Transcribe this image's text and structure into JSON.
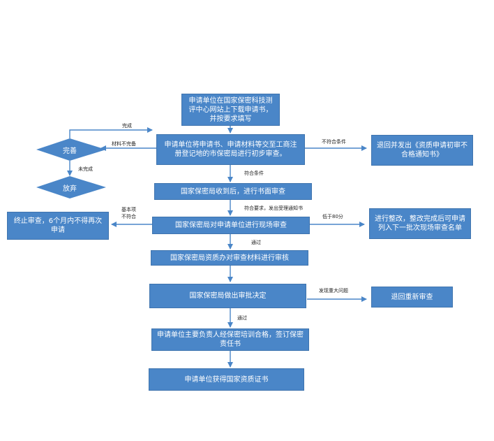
{
  "boxes": {
    "download": "申请单位在国家保密科技测评中心网站上下载申请书，并按要求填写",
    "submit": "申请单位将申请书、申请材料等交至工商注册登记地的市保密局进行初步审查。",
    "return_notice": "退回并发出《资质申请初审不合格通知书》",
    "written_review": "国家保密局收到后，进行书面审查",
    "terminate": "终止审查，6个月内不得再次申请",
    "onsite_review": "国家保密局对申请单位进行现场审查",
    "rectify": "进行整改，整改完成后可申请列入下一批次现场审查名单",
    "office_audit": "国家保密局资质办对审查材料进行审核",
    "decision": "国家保密局做出审批决定",
    "re_review": "退回重新审查",
    "training": "申请单位主要负责人经保密培训合格，签订保密责任书",
    "certificate": "申请单位获得国家资质证书"
  },
  "diamonds": {
    "complete": "完善",
    "give_up": "放弃"
  },
  "labels": {
    "done": "完成",
    "incomplete_materials": "材料不完备",
    "not_done": "未完成",
    "not_meet": "不符合条件",
    "meet": "符合条件",
    "meets_req": "符合要求，发出受理通知书",
    "basic_fail_1": "基本项",
    "basic_fail_2": "不符合",
    "below_80": "低于80分",
    "pass_1": "通过",
    "major_issue": "发现重大问题",
    "pass_2": "通过"
  },
  "colors": {
    "box_fill": "#4a86c8",
    "line": "#4a86c8"
  }
}
